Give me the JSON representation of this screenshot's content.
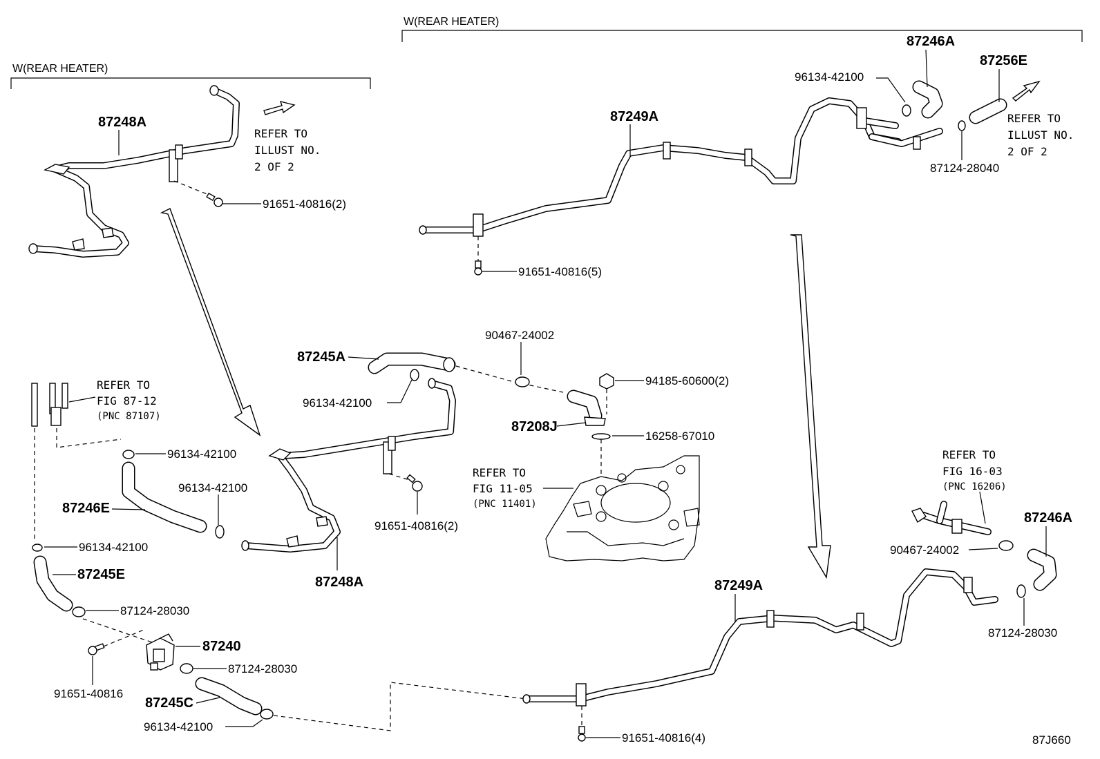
{
  "sections": {
    "left_header": "W(REAR HEATER)",
    "right_header": "W(REAR HEATER)"
  },
  "refer": {
    "top_left": [
      "REFER TO",
      "ILLUST NO.",
      "2 OF 2"
    ],
    "top_right": [
      "REFER TO",
      "ILLUST NO.",
      "2 OF 2"
    ],
    "fig_87_12": [
      "REFER TO",
      "FIG 87-12",
      "(PNC 87107)"
    ],
    "fig_11_05": [
      "REFER TO",
      "FIG 11-05",
      "(PNC 11401)"
    ],
    "fig_16_03": [
      "REFER TO",
      "FIG 16-03",
      "(PNC 16206)"
    ]
  },
  "labels": {
    "l_87248A_top": "87248A",
    "l_91651_2_top": "91651-40816(2)",
    "l_87249A_top": "87249A",
    "l_96134_top_right": "96134-42100",
    "l_87246A_top": "87246A",
    "l_87256E": "87256E",
    "l_87124_28040": "87124-28040",
    "l_91651_5": "91651-40816(5)",
    "l_87245A": "87245A",
    "l_96134_mid": "96134-42100",
    "l_90467_mid": "90467-24002",
    "l_94185": "94185-60600(2)",
    "l_87208J": "87208J",
    "l_16258": "16258-67010",
    "l_96134_left1": "96134-42100",
    "l_96134_left2": "96134-42100",
    "l_87246E": "87246E",
    "l_91651_2_mid": "91651-40816(2)",
    "l_87248A_mid": "87248A",
    "l_96134_left3": "96134-42100",
    "l_87245E": "87245E",
    "l_87124_28030_a": "87124-28030",
    "l_87240": "87240",
    "l_87124_28030_b": "87124-28030",
    "l_91651_bl": "91651-40816",
    "l_87245C": "87245C",
    "l_96134_bottom": "96134-42100",
    "l_87249A_bot": "87249A",
    "l_91651_4": "91651-40816(4)",
    "l_90467_right": "90467-24002",
    "l_87246A_right": "87246A",
    "l_87124_28030_c": "87124-28030",
    "illust_id": "87J660"
  }
}
